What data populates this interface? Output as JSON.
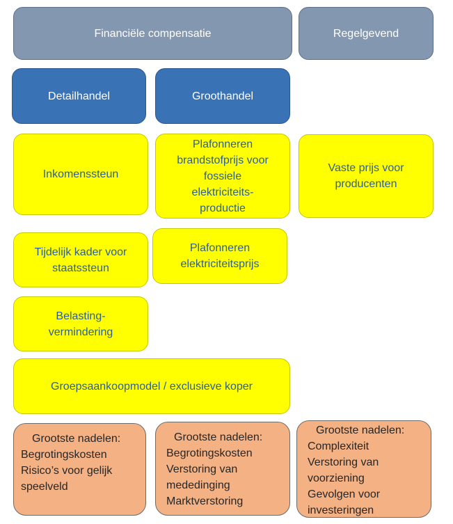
{
  "header": {
    "financial_compensation": "Financiële compensatie",
    "regulatory": "Regelgevend"
  },
  "categories": {
    "retail": "Detailhandel",
    "wholesale": "Groothandel"
  },
  "measures": {
    "income_support": "Inkomenssteun",
    "fuel_price_cap": "Plafonneren\nbrandstofprijs voor\nfossiele\nelektriciteits-\nproductie",
    "fixed_price": "Vaste prijs voor\nproducenten",
    "state_aid": "Tijdelijk kader voor\nstaatssteun",
    "electricity_price_cap": "Plafonneren\nelektriciteitsprijs",
    "tax_reduction": "Belasting-\nvermindering",
    "group_purchase": "Groepsaankoopmodel / exclusieve koper"
  },
  "drawbacks": [
    {
      "heading": "Grootste nadelen:",
      "items": [
        "Begrotingskosten",
        "Risico’s voor gelijk",
        "speelveld"
      ]
    },
    {
      "heading": "Grootste nadelen:",
      "items": [
        "Begrotingskosten",
        "Verstoring van",
        "mededinging",
        "Marktverstoring"
      ]
    },
    {
      "heading": "Grootste nadelen:",
      "items": [
        "Complexiteit",
        "Verstoring van",
        "voorziening",
        "Gevolgen voor",
        "investeringen"
      ]
    }
  ]
}
